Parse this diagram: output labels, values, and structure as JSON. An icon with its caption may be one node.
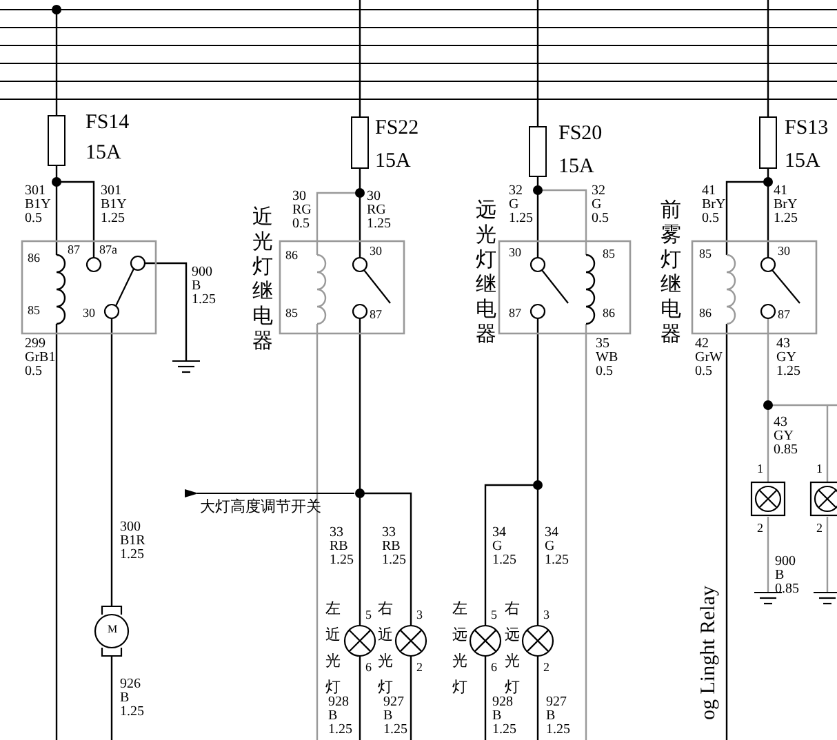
{
  "diagram": {
    "labels": [
      "FS14",
      "15A",
      "301 B1Y 0.5",
      "301 B1Y 1.25",
      "86",
      "87",
      "87a",
      "85",
      "30",
      "900 B 1.25",
      "299 GrB1 0.5",
      "近光灯继电器",
      "FS22",
      "15A",
      "30 RG 0.5",
      "30 RG 1.25",
      "86",
      "30",
      "85",
      "87",
      "远光灯继电器",
      "FS20",
      "15A",
      "32 G 1.25",
      "32 G 0.5",
      "30",
      "85",
      "87",
      "86",
      "35 WB 0.5",
      "前雾灯继电器",
      "FS13",
      "15A",
      "41 BrY 0.5",
      "41 BrY 1.25",
      "85",
      "30",
      "86",
      "87",
      "42 GrW 0.5",
      "43 GY 1.25",
      "43 GY 0.85",
      "1",
      "1",
      "2",
      "2",
      "大灯高度调节开关",
      "300 B1R 1.25",
      "M",
      "33 RB 1.25",
      "33 RB 1.25",
      "34 G 1.25",
      "34 G 1.25",
      "900 B 0.85",
      "左近光灯",
      "5",
      "6",
      "右近光灯",
      "3",
      "2",
      "左远光灯",
      "5",
      "6",
      "右远光灯",
      "3",
      "2",
      "926 B 1.25",
      "928 B 1.25",
      "927 B 1.25",
      "928 B 1.25",
      "927 B 1.25",
      "og Linght Relay"
    ]
  }
}
